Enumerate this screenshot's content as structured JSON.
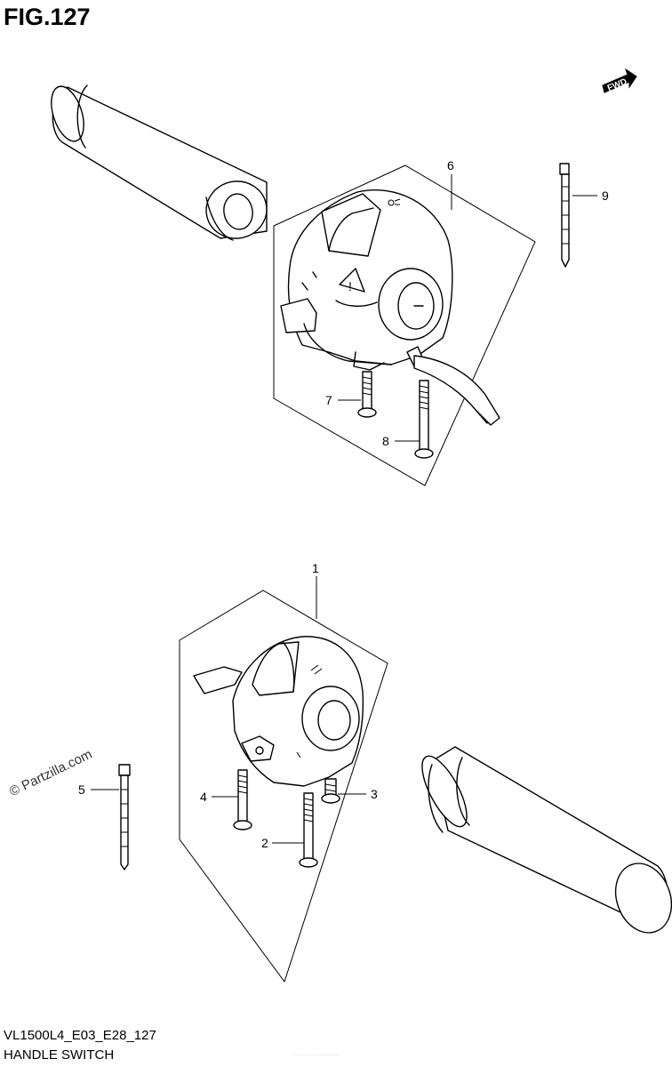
{
  "figure": {
    "title": "FIG.127",
    "code": "VL1500L4_E03_E28_127",
    "name": "HANDLE SWITCH",
    "watermark": "© Partzilla.com",
    "fwd_label": "FWD",
    "footer_tiny": "· · · · · · · · · · · · · · · · ·"
  },
  "callouts": [
    {
      "id": "1",
      "label": "1"
    },
    {
      "id": "2",
      "label": "2"
    },
    {
      "id": "3",
      "label": "3"
    },
    {
      "id": "4",
      "label": "4"
    },
    {
      "id": "5",
      "label": "5"
    },
    {
      "id": "6",
      "label": "6"
    },
    {
      "id": "7",
      "label": "7"
    },
    {
      "id": "8",
      "label": "8"
    },
    {
      "id": "9",
      "label": "9"
    }
  ],
  "icons": [
    "fwd-arrow-icon",
    "hazard-icon",
    "headlight-icon"
  ]
}
